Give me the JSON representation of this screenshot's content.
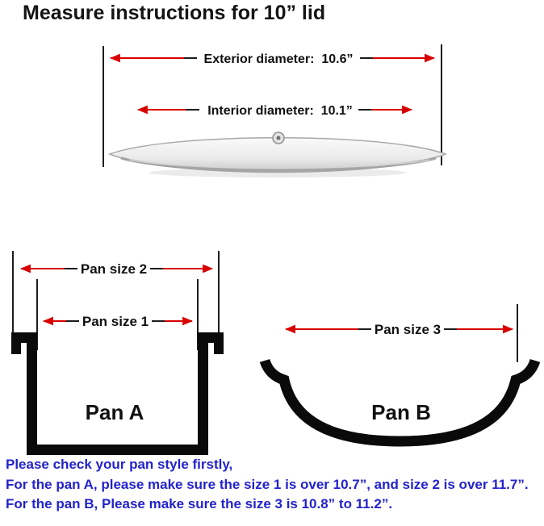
{
  "title": "Measure instructions for 10” lid",
  "lid": {
    "exterior_label": "Exterior diameter:  10.6”",
    "interior_label": "Interior diameter:  10.1”"
  },
  "pans": {
    "a": {
      "size2": "Pan size 2",
      "size1": "Pan size 1",
      "name": "Pan A"
    },
    "b": {
      "size3": "Pan size 3",
      "name": "Pan B"
    }
  },
  "footer": {
    "line1": "Please check your pan style firstly,",
    "line2": "For the pan A, please make sure the size 1 is over 10.7”, and size 2 is over 11.7”.",
    "line3": "For the pan B, Please make sure the size 3 is 10.8” to 11.2”."
  },
  "colors": {
    "arrow_red": "#d80000",
    "footer_blue": "#2323cc",
    "pan_black": "#0a0a0a"
  }
}
